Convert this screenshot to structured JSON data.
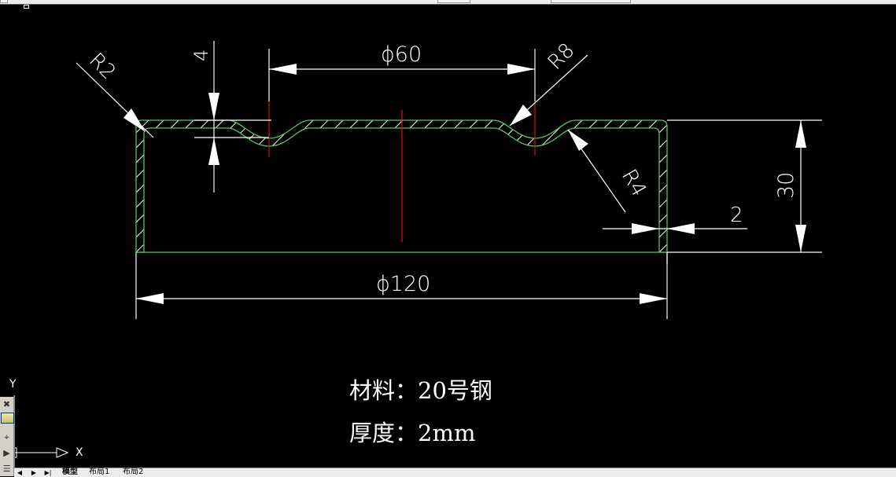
{
  "app": {
    "type": "CAD drawing canvas"
  },
  "drawing": {
    "colors": {
      "background": "#000000",
      "outline": "#4fc94f",
      "dimension": "#ffffff",
      "centerline": "#d01414",
      "hatch": "#ffffff"
    },
    "dimensions": {
      "phi60": "ϕ60",
      "phi120": "ϕ120",
      "height": "30",
      "thickness": "2",
      "groove_depth": "4",
      "r2": "R2",
      "r8": "R8",
      "r4": "R4"
    },
    "notes": {
      "material": "材料：20号钢",
      "thickness": "厚度：2mm"
    }
  },
  "ucs": {
    "x_label": "X",
    "y_label": "Y"
  },
  "toolbar": {
    "icons": [
      "snap-icon",
      "layer-icon",
      "properties-icon",
      "play-icon",
      "list-icon"
    ]
  },
  "layout_tabs": {
    "nav": [
      "◀",
      "▶",
      "▶|"
    ],
    "tabs": [
      {
        "label": "模型",
        "active": true
      },
      {
        "label": "布局1",
        "active": false
      },
      {
        "label": "布局2",
        "active": false
      }
    ]
  }
}
